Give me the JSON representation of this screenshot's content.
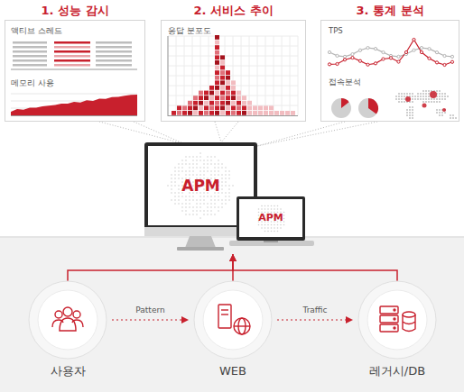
{
  "diagram": {
    "nodes": [
      {
        "text": [
          "1. 성능 감시",
          "액티브 스레드",
          "메모리 사용"
        ]
      },
      {
        "text": [
          "2. 서비스 추이",
          "응답 분포도"
        ]
      },
      {
        "text": [
          "3. 통계 분석",
          "TPS",
          "접속분석"
        ]
      },
      {
        "text": [
          "APM"
        ]
      },
      {
        "text": [
          "APM"
        ]
      },
      {
        "text": [
          "사용자"
        ]
      },
      {
        "text": [
          "WEB"
        ]
      },
      {
        "text": [
          "레거시/DB"
        ]
      }
    ],
    "edges": [
      {
        "from": 5,
        "to": 6,
        "label": "Pattern",
        "arrow": "to"
      },
      {
        "from": 6,
        "to": 7,
        "label": "Traffic",
        "arrow": "to"
      },
      {
        "from": 5,
        "to": 3,
        "arrow": "to"
      },
      {
        "from": 6,
        "to": 3,
        "arrow": "to"
      },
      {
        "from": 7,
        "to": 3,
        "arrow": "to"
      }
    ]
  }
}
